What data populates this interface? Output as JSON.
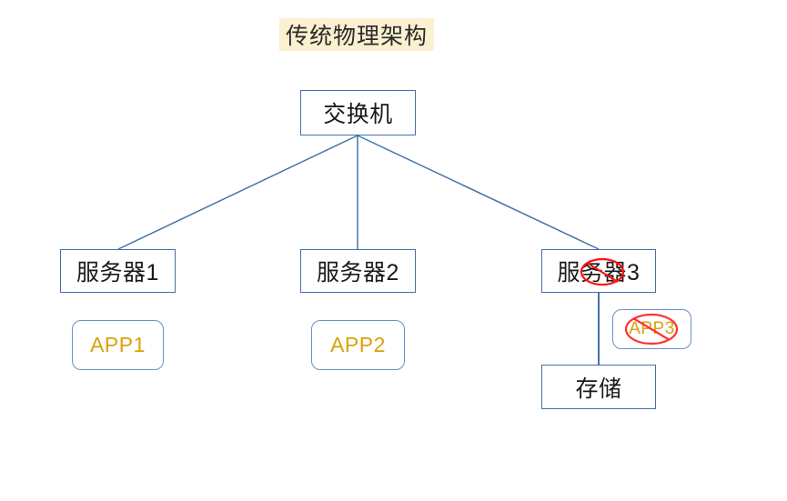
{
  "diagram": {
    "title": "传统物理架构",
    "title_highlight_color": "#FBF0D0",
    "background_color": "#FFFFFF",
    "line_color": "#4472A8",
    "box_border_color": "#4472A8",
    "app_text_color": "#D9A209",
    "strike_color": "#FF0000",
    "nodes": {
      "switch": "交换机",
      "server1": "服务器1",
      "server2": "服务器2",
      "server3": "服务器3",
      "storage": "存储",
      "app1": "APP1",
      "app2": "APP2",
      "app3": "APP3"
    },
    "annotations": {
      "server3_crossed_out": "prohibition-ellipse-over-server3",
      "app3_crossed_out": "prohibition-ellipse-over-app3"
    },
    "connections": [
      {
        "from": "switch",
        "to": "server1"
      },
      {
        "from": "switch",
        "to": "server2"
      },
      {
        "from": "switch",
        "to": "server3"
      },
      {
        "from": "server3",
        "to": "storage"
      }
    ]
  }
}
